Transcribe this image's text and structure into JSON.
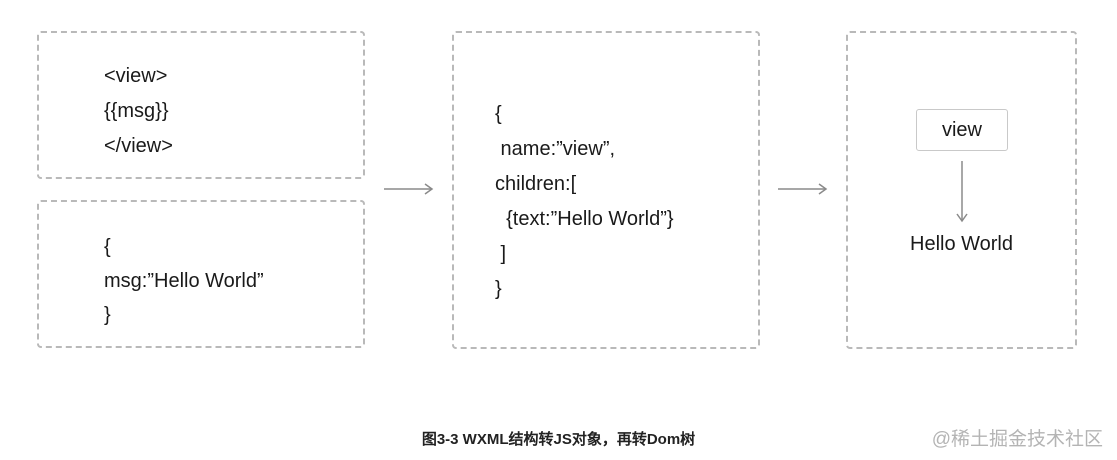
{
  "wxml_box": {
    "lines": [
      "<view>",
      "{{msg}}",
      "</view>"
    ]
  },
  "data_box": {
    "lines": [
      "{",
      "msg:”Hello World”",
      "}"
    ]
  },
  "js_box": {
    "lines": [
      "{",
      " name:”view”,",
      "children:[",
      "  {text:”Hello World”}",
      " ]",
      "}"
    ]
  },
  "dom_box": {
    "node_label": "view",
    "child_text": "Hello World"
  },
  "caption": "图3-3 WXML结构转JS对象，再转Dom树",
  "watermark": "@稀土掘金技术社区",
  "colors": {
    "dashed_border": "#b9b9b9",
    "arrow": "#8a8a8a",
    "node_border": "#c9c9c9"
  }
}
